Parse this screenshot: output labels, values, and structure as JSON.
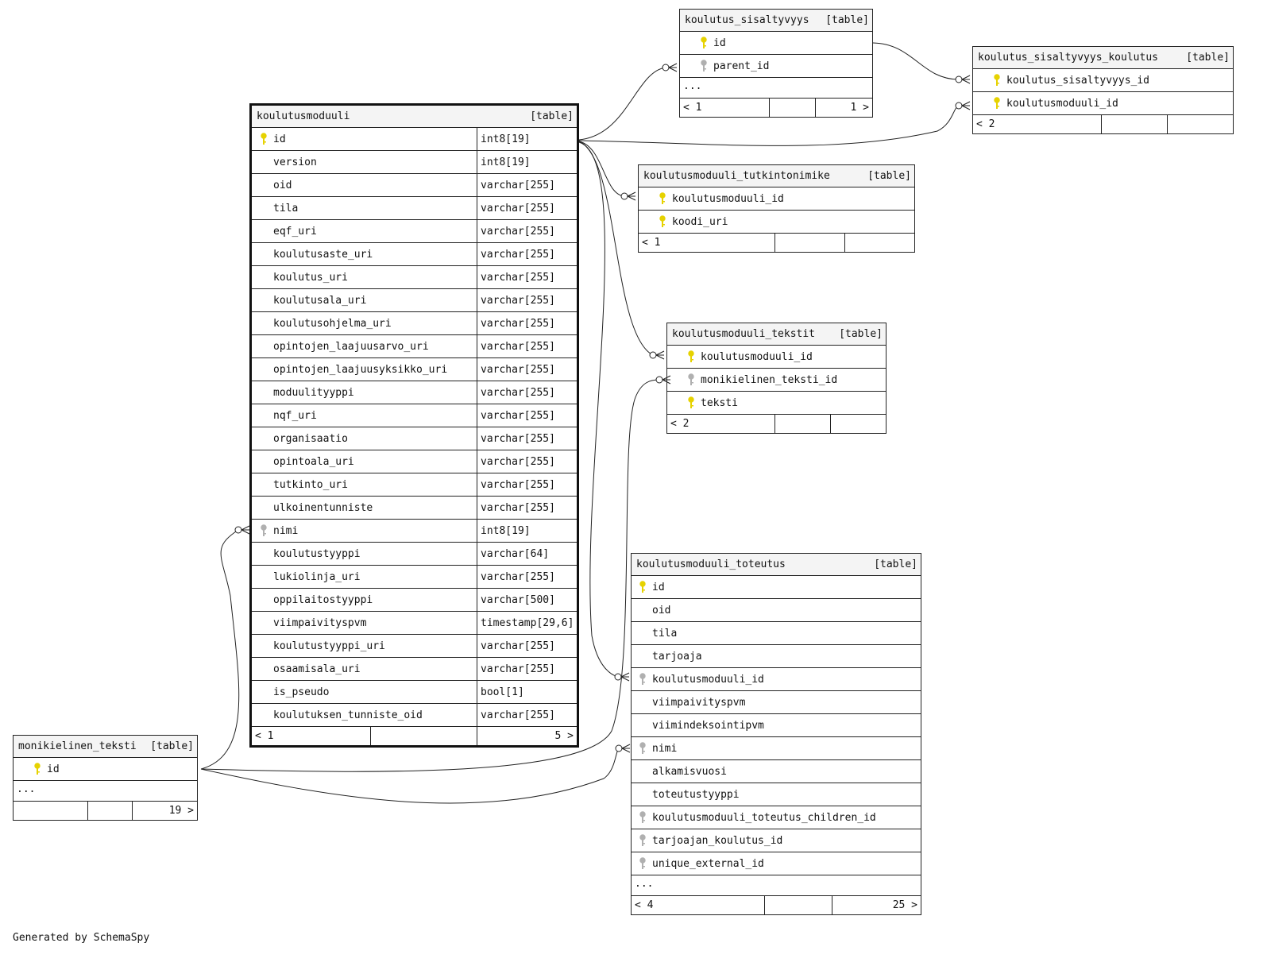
{
  "tables": {
    "koulutusmoduuli": {
      "name": "koulutusmoduuli",
      "kind": "[table]",
      "columns": [
        {
          "name": "id",
          "type": "int8[19]",
          "key": "pk"
        },
        {
          "name": "version",
          "type": "int8[19]",
          "key": ""
        },
        {
          "name": "oid",
          "type": "varchar[255]",
          "key": ""
        },
        {
          "name": "tila",
          "type": "varchar[255]",
          "key": ""
        },
        {
          "name": "eqf_uri",
          "type": "varchar[255]",
          "key": ""
        },
        {
          "name": "koulutusaste_uri",
          "type": "varchar[255]",
          "key": ""
        },
        {
          "name": "koulutus_uri",
          "type": "varchar[255]",
          "key": ""
        },
        {
          "name": "koulutusala_uri",
          "type": "varchar[255]",
          "key": ""
        },
        {
          "name": "koulutusohjelma_uri",
          "type": "varchar[255]",
          "key": ""
        },
        {
          "name": "opintojen_laajuusarvo_uri",
          "type": "varchar[255]",
          "key": ""
        },
        {
          "name": "opintojen_laajuusyksikko_uri",
          "type": "varchar[255]",
          "key": ""
        },
        {
          "name": "moduulityyppi",
          "type": "varchar[255]",
          "key": ""
        },
        {
          "name": "nqf_uri",
          "type": "varchar[255]",
          "key": ""
        },
        {
          "name": "organisaatio",
          "type": "varchar[255]",
          "key": ""
        },
        {
          "name": "opintoala_uri",
          "type": "varchar[255]",
          "key": ""
        },
        {
          "name": "tutkinto_uri",
          "type": "varchar[255]",
          "key": ""
        },
        {
          "name": "ulkoinentunniste",
          "type": "varchar[255]",
          "key": ""
        },
        {
          "name": "nimi",
          "type": "int8[19]",
          "key": "fk"
        },
        {
          "name": "koulutustyyppi",
          "type": "varchar[64]",
          "key": ""
        },
        {
          "name": "lukiolinja_uri",
          "type": "varchar[255]",
          "key": ""
        },
        {
          "name": "oppilaitostyyppi",
          "type": "varchar[500]",
          "key": ""
        },
        {
          "name": "viimpaivityspvm",
          "type": "timestamp[29,6]",
          "key": ""
        },
        {
          "name": "koulutustyyppi_uri",
          "type": "varchar[255]",
          "key": ""
        },
        {
          "name": "osaamisala_uri",
          "type": "varchar[255]",
          "key": ""
        },
        {
          "name": "is_pseudo",
          "type": "bool[1]",
          "key": ""
        },
        {
          "name": "koulutuksen_tunniste_oid",
          "type": "varchar[255]",
          "key": ""
        }
      ],
      "footer": [
        "< 1",
        "",
        "5 >"
      ]
    },
    "koulutus_sisaltyvyys": {
      "name": "koulutus_sisaltyvyys",
      "kind": "[table]",
      "columns": [
        {
          "name": "id",
          "key": "pk"
        },
        {
          "name": "parent_id",
          "key": "fk"
        }
      ],
      "ellipsis": "...",
      "footer": [
        "< 1",
        "",
        "1 >"
      ]
    },
    "koulutus_sisaltyvyys_koulutus": {
      "name": "koulutus_sisaltyvyys_koulutus",
      "kind": "[table]",
      "columns": [
        {
          "name": "koulutus_sisaltyvyys_id",
          "key": "pk"
        },
        {
          "name": "koulutusmoduuli_id",
          "key": "pk"
        }
      ],
      "footer": [
        "< 2",
        "",
        ""
      ]
    },
    "koulutusmoduuli_tutkintonimike": {
      "name": "koulutusmoduuli_tutkintonimike",
      "kind": "[table]",
      "columns": [
        {
          "name": "koulutusmoduuli_id",
          "key": "pk"
        },
        {
          "name": "koodi_uri",
          "key": "pk"
        }
      ],
      "footer": [
        "< 1",
        "",
        ""
      ]
    },
    "koulutusmoduuli_tekstit": {
      "name": "koulutusmoduuli_tekstit",
      "kind": "[table]",
      "columns": [
        {
          "name": "koulutusmoduuli_id",
          "key": "pk"
        },
        {
          "name": "monikielinen_teksti_id",
          "key": "fk"
        },
        {
          "name": "teksti",
          "key": "pk"
        }
      ],
      "footer": [
        "< 2",
        "",
        ""
      ]
    },
    "koulutusmoduuli_toteutus": {
      "name": "koulutusmoduuli_toteutus",
      "kind": "[table]",
      "columns": [
        {
          "name": "id",
          "key": "pk"
        },
        {
          "name": "oid",
          "key": ""
        },
        {
          "name": "tila",
          "key": ""
        },
        {
          "name": "tarjoaja",
          "key": ""
        },
        {
          "name": "koulutusmoduuli_id",
          "key": "fk"
        },
        {
          "name": "viimpaivityspvm",
          "key": ""
        },
        {
          "name": "viimindeksointipvm",
          "key": ""
        },
        {
          "name": "nimi",
          "key": "fk"
        },
        {
          "name": "alkamisvuosi",
          "key": ""
        },
        {
          "name": "toteutustyyppi",
          "key": ""
        },
        {
          "name": "koulutusmoduuli_toteutus_children_id",
          "key": "fk"
        },
        {
          "name": "tarjoajan_koulutus_id",
          "key": "fk"
        },
        {
          "name": "unique_external_id",
          "key": "fk"
        }
      ],
      "ellipsis": "...",
      "footer": [
        "< 4",
        "",
        "25 >"
      ]
    },
    "monikielinen_teksti": {
      "name": "monikielinen_teksti",
      "kind": "[table]",
      "columns": [
        {
          "name": "id",
          "key": "pk"
        }
      ],
      "ellipsis": "...",
      "footer": [
        "",
        "",
        "19 >"
      ]
    }
  },
  "colors": {
    "pk_key": "#e6d200",
    "fk_key": "#b0b0b0",
    "header_bg": "#f4f4f4"
  },
  "footer_text": "Generated by SchemaSpy"
}
